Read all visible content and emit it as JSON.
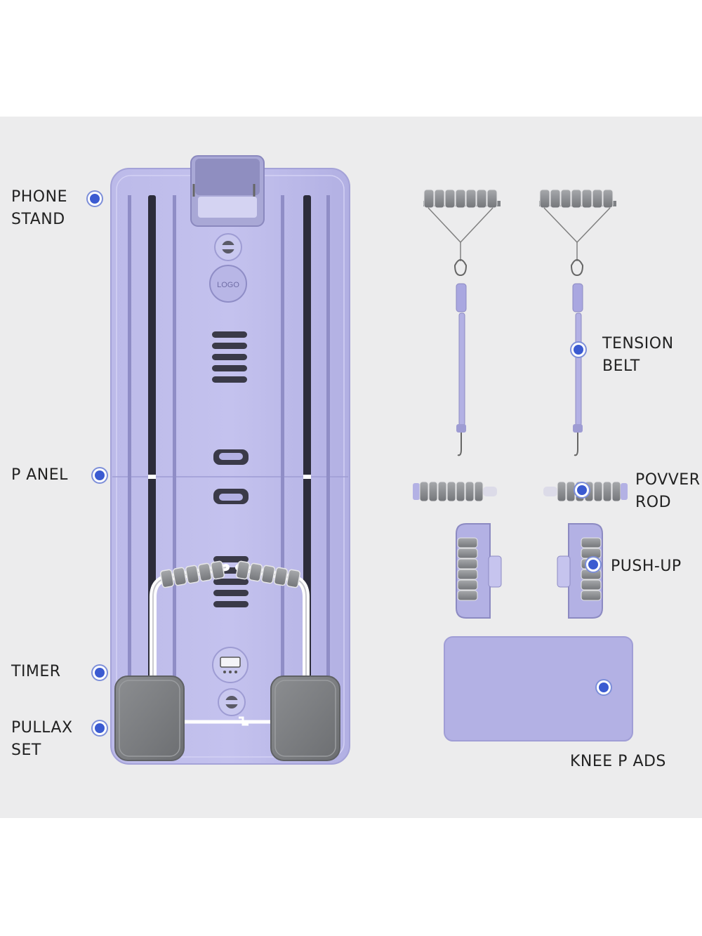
{
  "labels": {
    "phone_stand": {
      "line1": "PHONE",
      "line2": "STAND"
    },
    "panel": {
      "line1": "P ANEL"
    },
    "timer": {
      "line1": "TIMER"
    },
    "pullax_set": {
      "line1": "PULLAX",
      "line2": "SET"
    },
    "tension_belt": {
      "line1": "TENSION",
      "line2": "BELT"
    },
    "power_rod": {
      "line1": "POVVER",
      "line2": "ROD"
    },
    "push_up": {
      "line1": "PUSH-UP"
    },
    "knee_pads": {
      "line1": "KNEE P ADS"
    }
  },
  "board": {
    "logo_text": "LOGO"
  },
  "colors": {
    "board": "#b3b1e4",
    "board_light": "#c6c4ee",
    "foam": "#8a8c8f",
    "pad": "#7c7e80",
    "marker": "#3b5bd1",
    "background": "#ececed"
  }
}
